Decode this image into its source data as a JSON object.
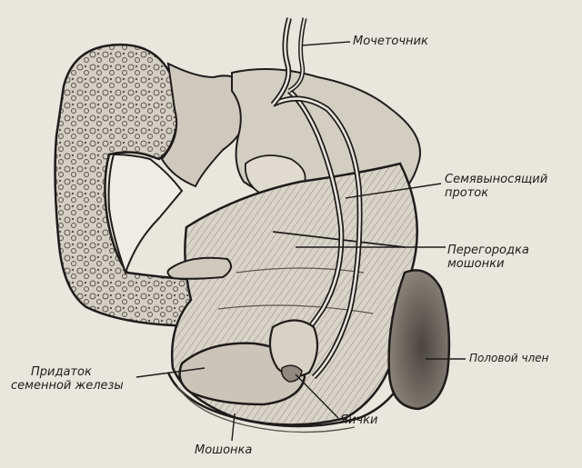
{
  "labels": {
    "ureter": "Мочеточник",
    "vas_deferens": [
      "Семявыносящий",
      "проток"
    ],
    "scrotal_septum": [
      "Перегородка",
      "мошонки"
    ],
    "penis": "Половой член",
    "epididymis": [
      "Придаток",
      "семенной железы"
    ],
    "testes": "Яички",
    "scrotum": "Мошонка"
  },
  "colors": {
    "paper": "#e9e6de",
    "ink": "#1e1c1a",
    "shade": "#b8b2a6",
    "dark_shade": "#6f6a62"
  }
}
